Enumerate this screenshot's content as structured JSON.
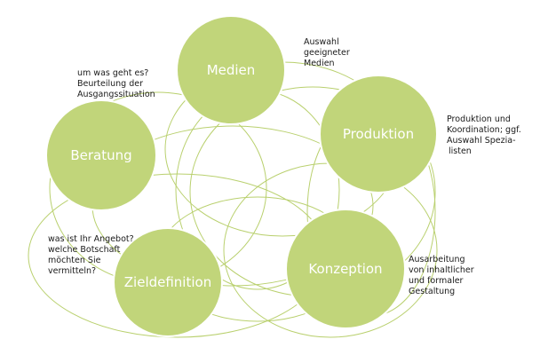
{
  "colors": {
    "node_fill": "#c1d57a",
    "ring_stroke": "#b9d06e",
    "label_text": "#ffffff",
    "annotation_text": "#1a1a1a"
  },
  "nodes": {
    "medien": "Medien",
    "produktion": "Produktion",
    "beratung": "Beratung",
    "konzeption": "Konzeption",
    "zieldefinition": "Zieldefinition"
  },
  "annotations": {
    "medien": [
      "Auswahl",
      "geeigneter",
      "Medien"
    ],
    "produktion": [
      "Produktion und",
      "Koordination; ggf.",
      "Auswahl Spezia-",
      "listen"
    ],
    "beratung": [
      "um was geht es?",
      "Beurteilung der",
      "Ausgangssituation"
    ],
    "konzeption": [
      "Ausarbeitung",
      "von inhaltlicher",
      "und formaler",
      "Gestaltung"
    ],
    "zieldefinition": [
      "was ist Ihr Angebot?",
      "welche Botschaft",
      "möchten Sie",
      "vermitteln?"
    ]
  }
}
